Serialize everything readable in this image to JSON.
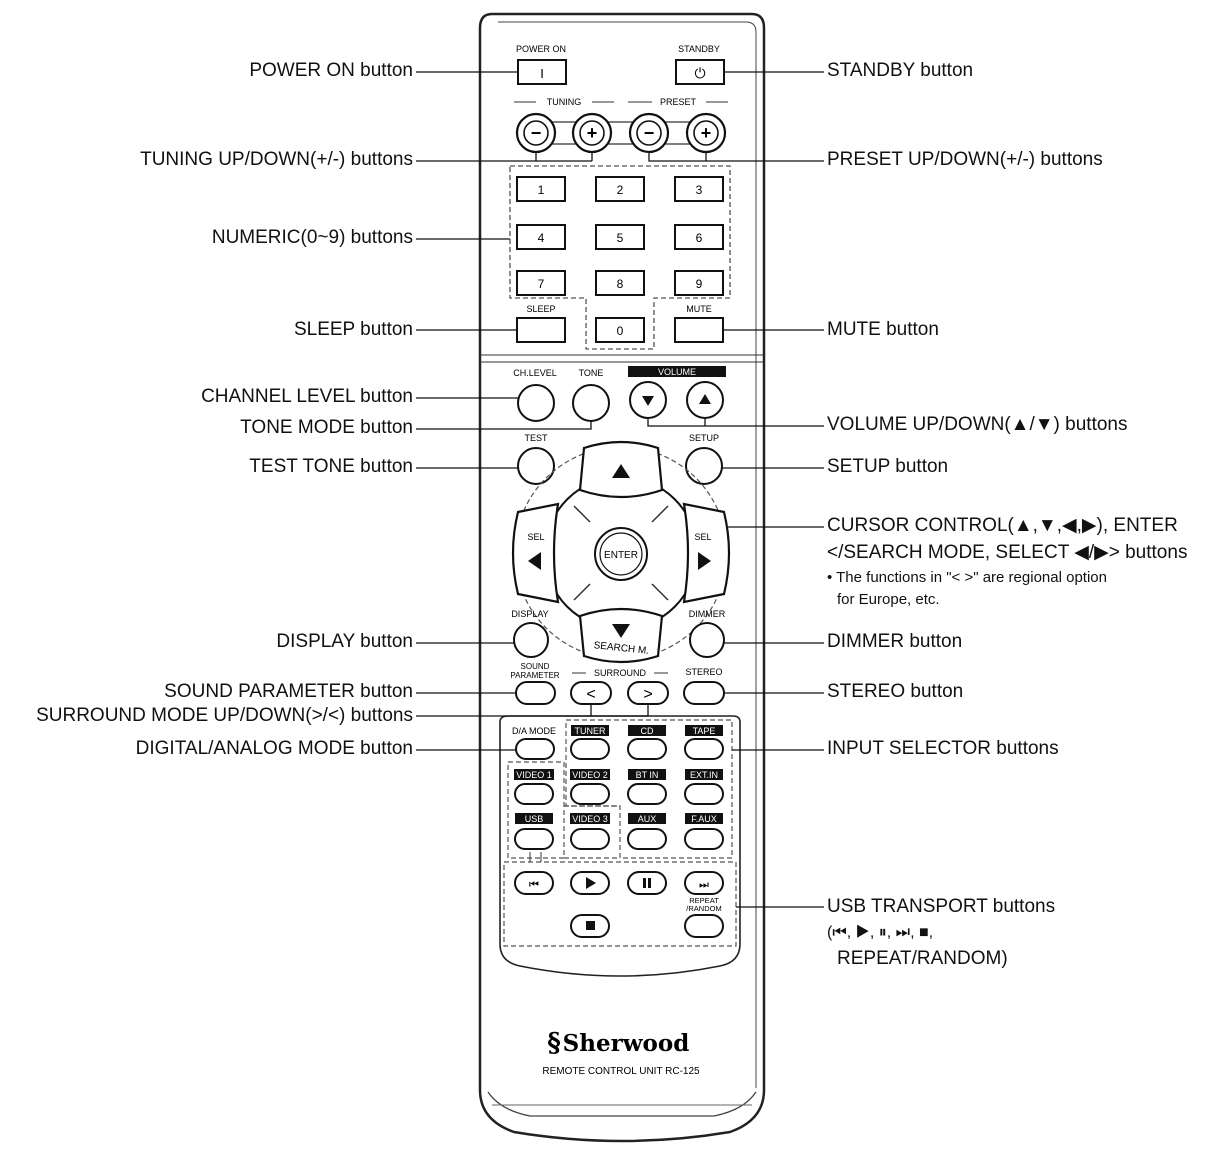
{
  "remote": {
    "top_labels": {
      "power_on": "POWER ON",
      "standby": "STANDBY",
      "tuning": "TUNING",
      "preset": "PRESET"
    },
    "power_on_key": "I",
    "standby_key": "⏻",
    "numeric_keys": [
      "1",
      "2",
      "3",
      "4",
      "5",
      "6",
      "7",
      "8",
      "9",
      "0"
    ],
    "sleep_label": "SLEEP",
    "mute_label": "MUTE",
    "ch_level_label": "CH.LEVEL",
    "tone_label": "TONE",
    "volume_label": "VOLUME",
    "test_label": "TEST",
    "setup_label": "SETUP",
    "sel_left": "SEL",
    "sel_right": "SEL",
    "enter_label": "ENTER",
    "search_label": "SEARCH M.",
    "display_label": "DISPLAY",
    "dimmer_label": "DIMMER",
    "sound_param_label_1": "SOUND",
    "sound_param_label_2": "PARAMETER",
    "surround_label": "SURROUND",
    "surround_down": "<",
    "surround_up": ">",
    "stereo_label": "STEREO",
    "da_mode_label": "D/A MODE",
    "input_labels": [
      "TUNER",
      "CD",
      "TAPE",
      "VIDEO 1",
      "VIDEO 2",
      "BT IN",
      "EXT.IN",
      "USB",
      "VIDEO 3",
      "AUX",
      "F.AUX"
    ],
    "repeat_random_1": "REPEAT",
    "repeat_random_2": "/RANDOM",
    "brand": "Sherwood",
    "model": "REMOTE CONTROL UNIT RC-125"
  },
  "callouts": {
    "power_on": "POWER ON button",
    "standby": "STANDBY button",
    "tuning": "TUNING UP/DOWN(+/-) buttons",
    "preset": "PRESET UP/DOWN(+/-) buttons",
    "numeric": "NUMERIC(0~9) buttons",
    "sleep": "SLEEP button",
    "mute": "MUTE button",
    "channel_level": "CHANNEL LEVEL button",
    "tone_mode": "TONE MODE button",
    "volume": "VOLUME UP/DOWN(▲/▼) buttons",
    "test_tone": "TEST TONE button",
    "setup": "SETUP button",
    "cursor_line1": "CURSOR CONTROL(▲,▼,◀,▶), ENTER",
    "cursor_line2": "</SEARCH MODE, SELECT ◀/▶> buttons",
    "cursor_note1": "• The functions in \"< >\" are regional option",
    "cursor_note2": "for Europe, etc.",
    "display": "DISPLAY button",
    "dimmer": "DIMMER button",
    "sound_parameter": "SOUND PARAMETER button",
    "stereo": "STEREO button",
    "surround_mode": "SURROUND MODE UP/DOWN(>/<) buttons",
    "da_mode": "DIGITAL/ANALOG MODE button",
    "input_selector": "INPUT SELECTOR buttons",
    "usb_transport_1": "USB TRANSPORT buttons",
    "usb_transport_2": "(⏮, ▶, ⏸, ⏭, ■,",
    "usb_transport_3": "REPEAT/RANDOM)"
  }
}
